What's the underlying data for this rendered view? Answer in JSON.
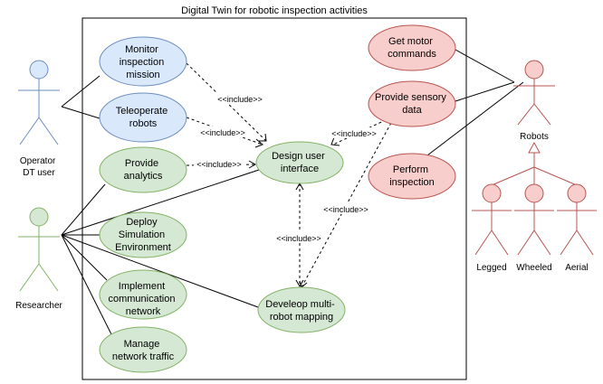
{
  "title": "Digital Twin for robotic inspection activities",
  "colors": {
    "blue_fill": "#dae8fc",
    "blue_stroke": "#6c8ebf",
    "green_fill": "#d5e8d4",
    "green_stroke": "#82b366",
    "red_fill": "#f8cecc",
    "red_stroke": "#b85450"
  },
  "actors": {
    "operator": [
      "Operator",
      "DT user"
    ],
    "researcher": "Researcher",
    "robots": "Robots",
    "legged": "Legged",
    "wheeled": "Wheeled",
    "aerial": "Aerial"
  },
  "use_cases": {
    "monitor": [
      "Monitor",
      "inspection",
      "mission"
    ],
    "teleoperate": [
      "Teleoperate",
      "robots"
    ],
    "analytics": [
      "Provide",
      "analytics"
    ],
    "simulation": [
      "Deploy",
      "Simulation",
      "Environment"
    ],
    "communication": [
      "Implement",
      "communication",
      "network"
    ],
    "traffic": [
      "Manage",
      "network traffic"
    ],
    "design_ui": [
      "Design user",
      "interface"
    ],
    "mapping": [
      "Develeop multi-",
      "robot mapping"
    ],
    "motor": [
      "Get motor",
      "commands"
    ],
    "sensory": [
      "Provide sensory",
      "data"
    ],
    "inspection": [
      "Perform",
      "inspection"
    ]
  },
  "include_label": "<<include>>"
}
